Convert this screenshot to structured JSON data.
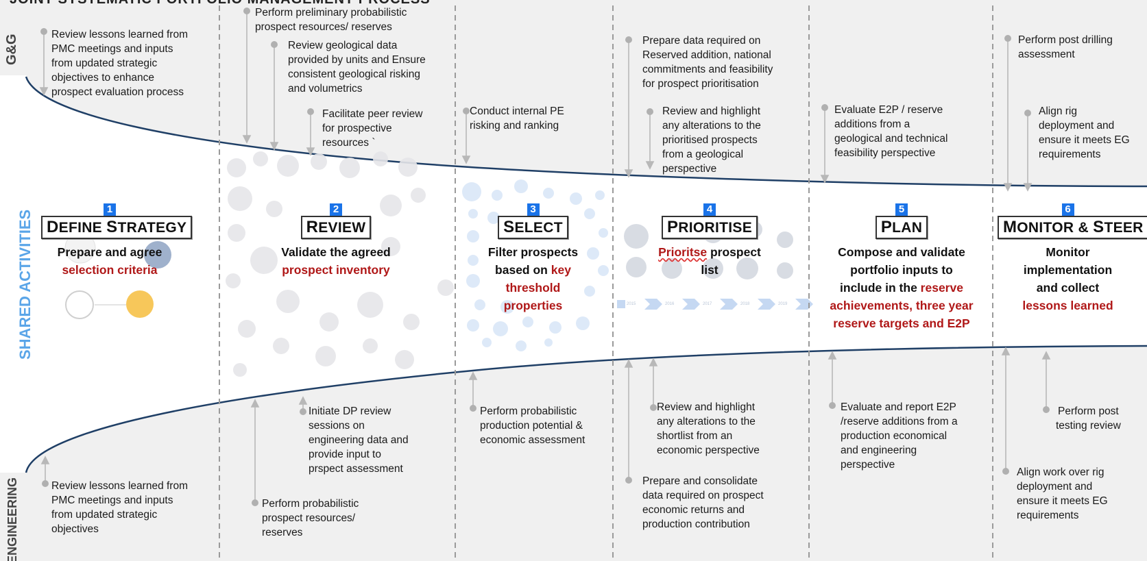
{
  "header": {
    "title": "JOINT SYSTEMATIC PORTFOLIO MANAGEMENT PROCESS"
  },
  "lanes": {
    "gg": "G&G",
    "shared": "SHARED ACTIVITIES",
    "engineering": "ENGINEERING"
  },
  "steps": [
    {
      "number": "1",
      "title_first": "D",
      "title_rest": "EFINE ",
      "title_first2": "S",
      "title_rest2": "TRATEGY",
      "desc": [
        {
          "t": "Prepare and agree"
        },
        {
          "t": "selection criteria",
          "red": true
        }
      ]
    },
    {
      "number": "2",
      "title_first": "R",
      "title_rest": "EVIEW",
      "desc": [
        {
          "t": "Validate the agreed"
        },
        {
          "t": "prospect inventory",
          "red": true
        }
      ]
    },
    {
      "number": "3",
      "title_first": "S",
      "title_rest": "ELECT",
      "desc": [
        {
          "t": "Filter prospects"
        },
        {
          "t": "based on ",
          "t2": "key",
          "red2": true
        },
        {
          "t": "threshold",
          "red": true
        },
        {
          "t": "properties",
          "red": true
        }
      ]
    },
    {
      "number": "4",
      "title_first": "P",
      "title_rest": "RIORITISE",
      "desc": [
        {
          "t": "Prioritse",
          "red": true,
          "sq": true,
          "t2": " prospect"
        },
        {
          "t": "list"
        }
      ]
    },
    {
      "number": "5",
      "title_first": "P",
      "title_rest": "LAN",
      "desc": [
        {
          "t": "Compose and validate"
        },
        {
          "t": "portfolio inputs to"
        },
        {
          "t": "include in the ",
          "t2": "reserve",
          "red2": true
        },
        {
          "t": "achievements, three year",
          "red": true
        },
        {
          "t": "reserve targets and E2P",
          "red": true
        }
      ]
    },
    {
      "number": "6",
      "title_first": "M",
      "title_rest": "ONITOR & ",
      "title_first2": "S",
      "title_rest2": "TEER",
      "desc": [
        {
          "t": "Monitor"
        },
        {
          "t": "implementation"
        },
        {
          "t": "and collect"
        },
        {
          "t": "lessons learned",
          "red": true
        }
      ]
    }
  ],
  "gg_notes": [
    [
      "Review lessons learned from",
      "PMC meetings and inputs",
      "from updated strategic",
      "objectives to enhance",
      "prospect evaluation process"
    ],
    [
      "Perform preliminary probabilistic",
      "prospect resources/ reserves"
    ],
    [
      "Review geological  data",
      "provided by units and Ensure",
      "consistent geological risking",
      "and volumetrics"
    ],
    [
      "Facilitate peer review",
      "for prospective",
      "resources `"
    ],
    [
      "Conduct internal PE",
      "risking and ranking"
    ],
    [
      "Prepare data required on",
      "Reserved addition, national",
      "commitments and feasibility",
      "for prospect prioritisation"
    ],
    [
      "Review and highlight",
      "any alterations to the",
      "prioritised prospects",
      "from a geological",
      "perspective"
    ],
    [
      "Evaluate E2P / reserve",
      "additions from a",
      "geological and technical",
      "feasibility perspective"
    ],
    [
      "Perform post drilling",
      "assessment"
    ],
    [
      "Align rig",
      "deployment and",
      "ensure it meets EG",
      "requirements"
    ]
  ],
  "eng_notes": [
    [
      "Review lessons learned from",
      "PMC meetings and inputs",
      "from updated strategic",
      "objectives"
    ],
    [
      "Perform probabilistic",
      "prospect resources/",
      "reserves"
    ],
    [
      "Initiate DP review",
      "sessions on",
      "engineering data and",
      "provide input to",
      "prspect assessment"
    ],
    [
      "Perform probabilistic",
      "production potential &",
      "economic assessment"
    ],
    [
      "Review and highlight",
      "any alterations to the",
      "shortlist from an",
      "economic perspective"
    ],
    [
      "Prepare and consolidate",
      "data required on prospect",
      "economic returns and",
      "production contribution"
    ],
    [
      "Evaluate  and report E2P",
      "/reserve additions from a",
      "production economical",
      "and engineering",
      "perspective"
    ],
    [
      "Perform post",
      "testing review"
    ],
    [
      "Align work over rig",
      "deployment and",
      "ensure it meets EG",
      "requirements"
    ]
  ],
  "timeline_years": [
    "2015",
    "2016",
    "2017",
    "2018",
    "2019"
  ],
  "colors": {
    "accent_blue": "#1a73e8",
    "red": "#b01818",
    "shared_blue": "#5aa5e8",
    "curve": "#1f3f66"
  }
}
